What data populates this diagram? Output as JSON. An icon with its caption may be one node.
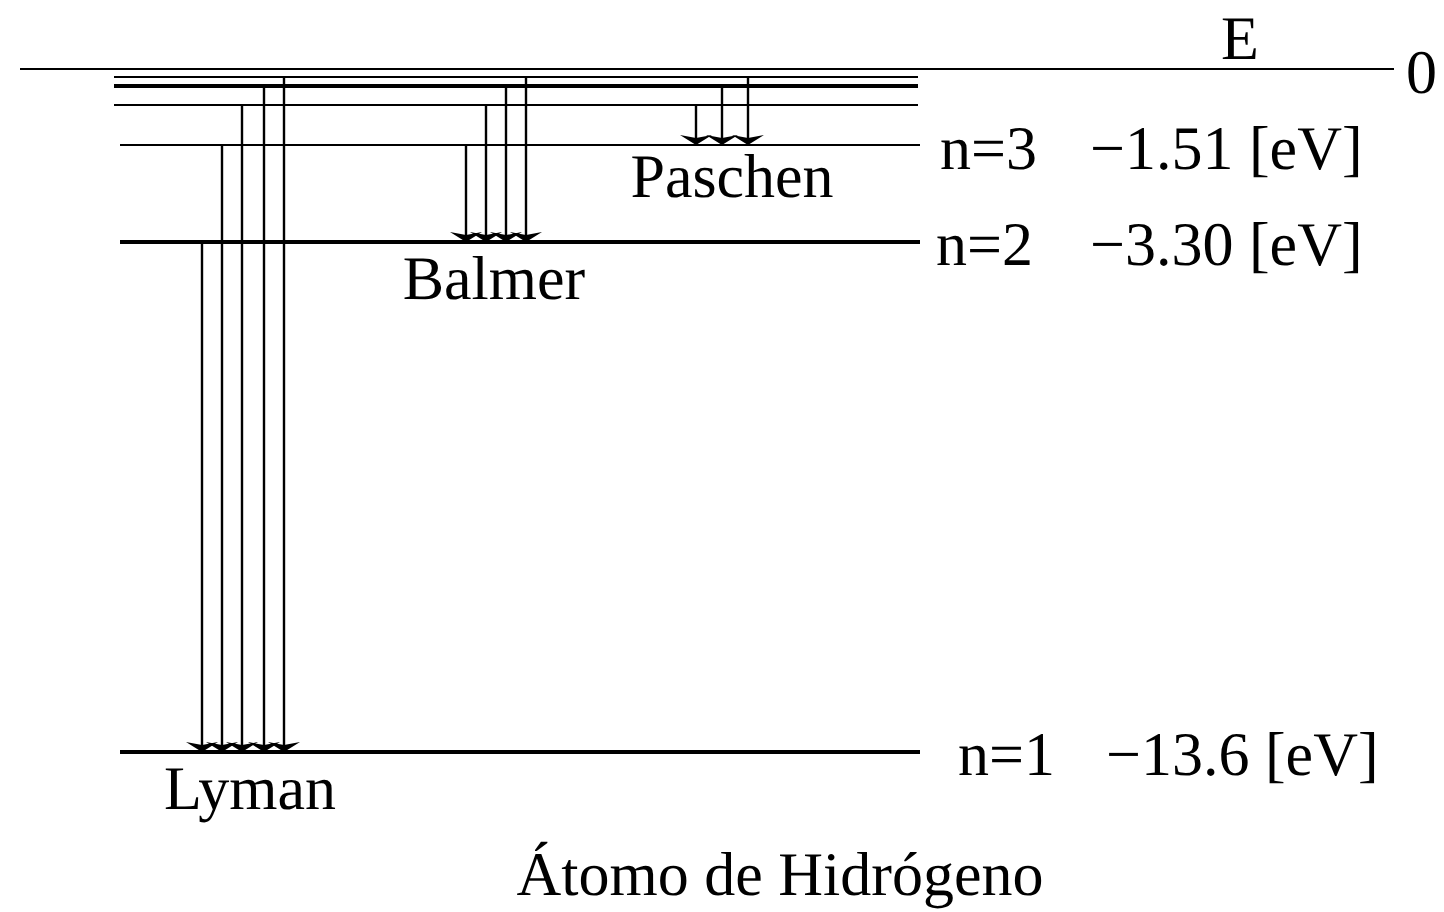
{
  "diagram": {
    "caption": "Átomo de Hidrógeno",
    "nodes": [
      {
        "text": [],
        "shape": "bar",
        "beside": [
          "0"
        ]
      },
      {
        "text": [],
        "shape": "bar"
      },
      {
        "text": [],
        "shape": "bar"
      },
      {
        "text": [],
        "shape": "bar"
      },
      {
        "text": [],
        "shape": "bar",
        "beside": [
          "n=3",
          "−1.51 [eV]"
        ]
      },
      {
        "text": [],
        "shape": "bar",
        "beside": [
          "n=2",
          "−3.30 [eV]"
        ]
      },
      {
        "text": [],
        "shape": "bar",
        "beside": [
          "n=1",
          "−13.6 [eV]"
        ]
      }
    ],
    "edges": [
      {
        "from": 5,
        "to": 6,
        "arrow": "to"
      },
      {
        "from": 4,
        "to": 6,
        "arrow": "to"
      },
      {
        "from": 3,
        "to": 6,
        "arrow": "to"
      },
      {
        "from": 2,
        "to": 6,
        "arrow": "to"
      },
      {
        "from": 1,
        "to": 6,
        "arrow": "to"
      },
      {
        "from": 4,
        "to": 5,
        "arrow": "to"
      },
      {
        "from": 3,
        "to": 5,
        "arrow": "to"
      },
      {
        "from": 2,
        "to": 5,
        "arrow": "to"
      },
      {
        "from": 1,
        "to": 5,
        "arrow": "to"
      },
      {
        "from": 3,
        "to": 4,
        "arrow": "to"
      },
      {
        "from": 2,
        "to": 4,
        "arrow": "to"
      },
      {
        "from": 1,
        "to": 4,
        "arrow": "to"
      }
    ],
    "labels": [
      "E",
      "Paschen",
      "Balmer",
      "Lyman"
    ]
  }
}
